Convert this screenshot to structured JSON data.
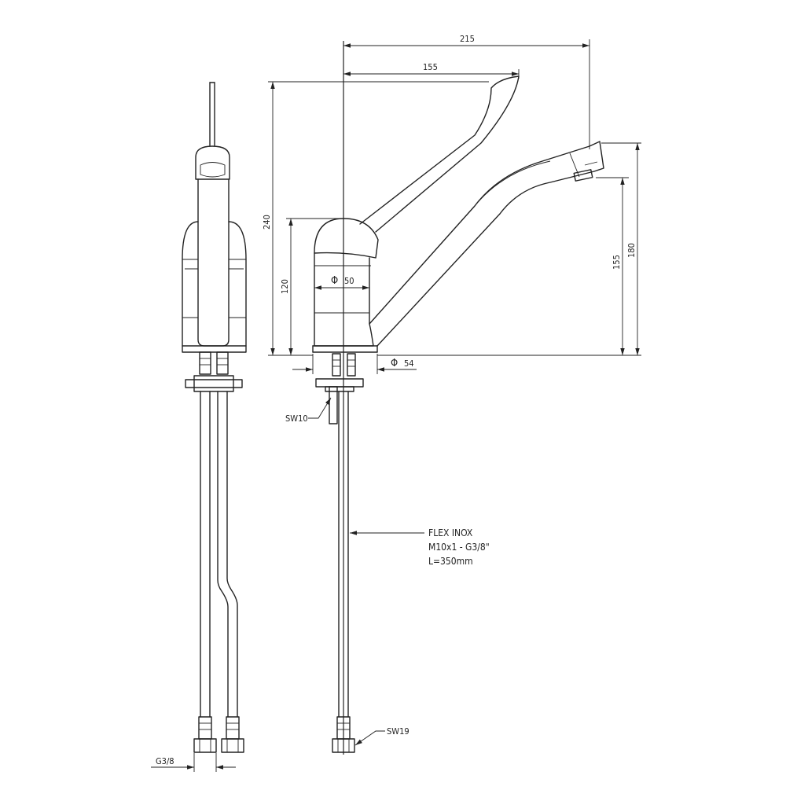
{
  "dimensions": {
    "overall_reach": "215",
    "lever_reach": "155",
    "overall_height": "240",
    "body_height": "120",
    "body_diameter": "50",
    "base_diameter": "54",
    "spout_height_outlet": "155",
    "spout_height_top": "180"
  },
  "labels": {
    "hex_small": "SW10",
    "hex_large": "SW19",
    "connection_thread": "G3/8",
    "diameter_symbol": "Φ"
  },
  "hose_spec": {
    "line1": "FLEX INOX",
    "line2": "M10x1 - G3/8\"",
    "line3": "L=350mm"
  }
}
